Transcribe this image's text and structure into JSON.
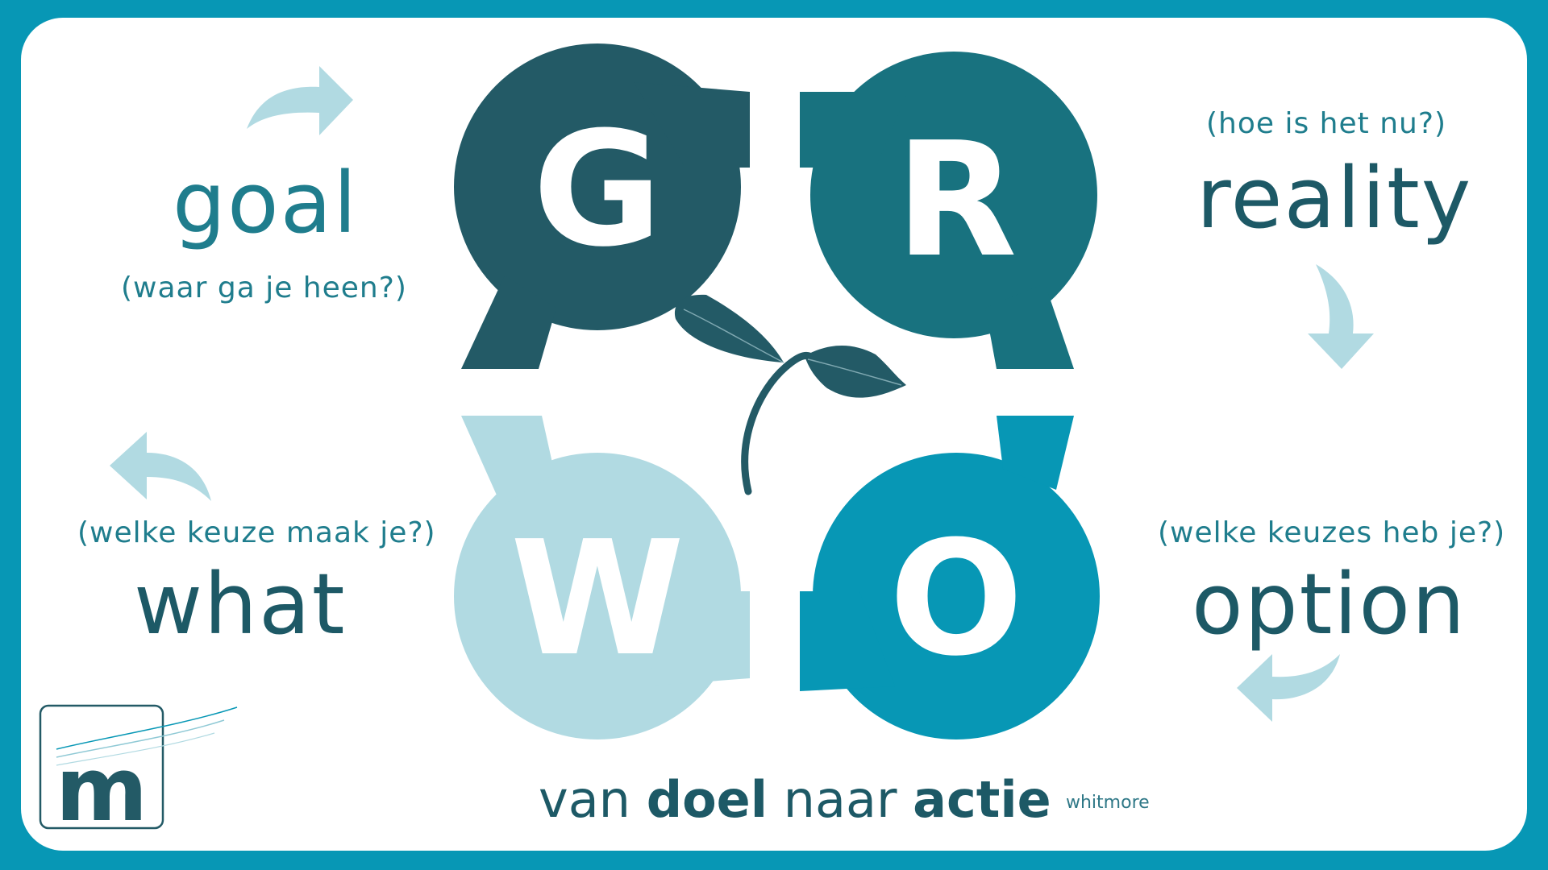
{
  "colors": {
    "background": "#0797b5",
    "card": "#ffffff",
    "goal": "#235a66",
    "reality": "#18727f",
    "option": "#0797b5",
    "what": "#b1dae2",
    "arrow": "#b1dae2",
    "text_dark": "#1d5966",
    "text_teal": "#1f7d8d"
  },
  "letters": {
    "g": "G",
    "r": "R",
    "o": "O",
    "w": "W"
  },
  "goal": {
    "word": "goal",
    "question": "(waar ga je heen?)"
  },
  "reality": {
    "word": "reality",
    "question": "(hoe is het nu?)"
  },
  "option": {
    "word": "option",
    "question": "(welke keuzes heb je?)"
  },
  "what": {
    "word": "what",
    "question": "(welke keuze maak je?)"
  },
  "tagline": {
    "part1": "van ",
    "part2": "doel",
    "part3": " naar ",
    "part4": "actie"
  },
  "credit": "whitmore",
  "logo": {
    "letter": "m"
  },
  "icons": {
    "arrows": [
      "curved-arrow-right-icon",
      "curved-arrow-down-icon",
      "curved-arrow-left-icon",
      "curved-arrow-left-up-icon"
    ],
    "center": "sprout-icon"
  }
}
